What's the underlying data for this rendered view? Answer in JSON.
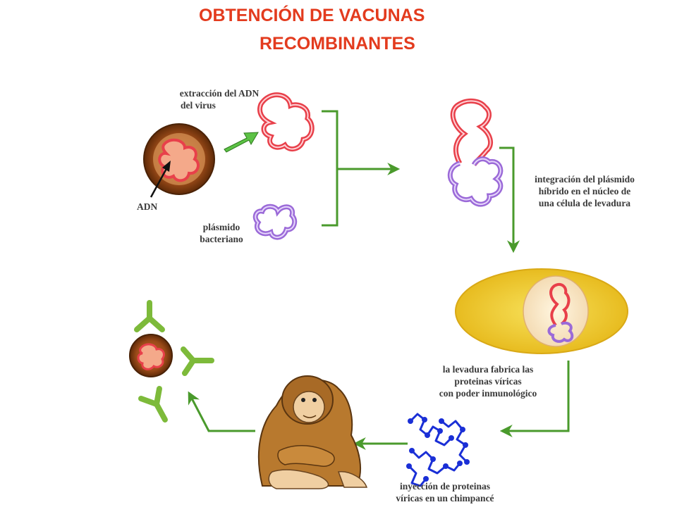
{
  "title": {
    "line1": "OBTENCIÓN  DE VACUNAS",
    "line2": "RECOMBINANTES"
  },
  "labels": {
    "extraction_line1": "extracción del ADN",
    "extraction_line2": "del virus",
    "adn": "ADN",
    "plasmid_line1": "plásmido",
    "plasmid_line2": "bacteriano",
    "integration_line1": "integración del plásmido",
    "integration_line2": "híbrido en el núcleo de",
    "integration_line3": "una célula de levadura",
    "yeast_line1": "la levadura fabrica las",
    "yeast_line2": "proteinas víricas",
    "yeast_line3": "con poder inmunológico",
    "injection_line1": "inyección de proteinas",
    "injection_line2": "víricas en un chimpancé"
  },
  "colors": {
    "title": "#e33b1e",
    "arrow_green": "#4a9a2c",
    "viral_dna": "#e8404a",
    "plasmid": "#9b6ad8",
    "virus_shell": "#7a3b12",
    "yeast_cell": "#f2d22a",
    "protein_chain": "#1a2fd6",
    "antibody": "#7dba3a"
  }
}
